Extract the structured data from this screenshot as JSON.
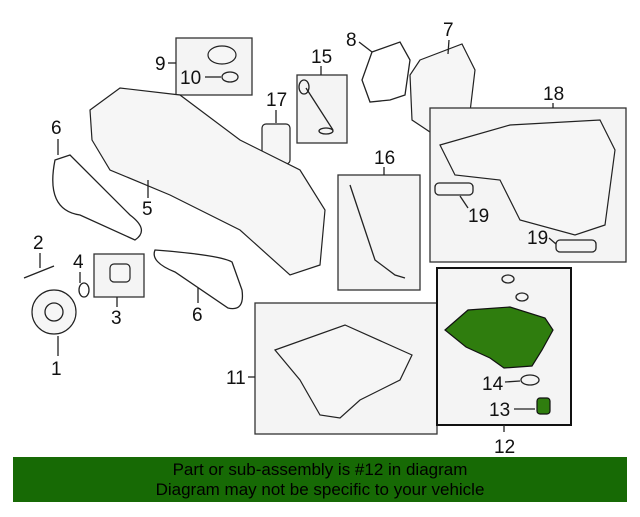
{
  "diagram": {
    "callouts": {
      "c1": "1",
      "c2": "2",
      "c3": "3",
      "c4": "4",
      "c5": "5",
      "c6a": "6",
      "c6b": "6",
      "c7": "7",
      "c8": "8",
      "c9": "9",
      "c10": "10",
      "c11": "11",
      "c12": "12",
      "c13": "13",
      "c14": "14",
      "c15": "15",
      "c16": "16",
      "c17": "17",
      "c18": "18",
      "c19a": "19",
      "c19b": "19"
    },
    "highlight_color": "#2f7d0e"
  },
  "banner": {
    "line1": "Part or sub-assembly is #12 in diagram",
    "line2": "Diagram may not be specific to your vehicle",
    "color": "#176a05"
  }
}
